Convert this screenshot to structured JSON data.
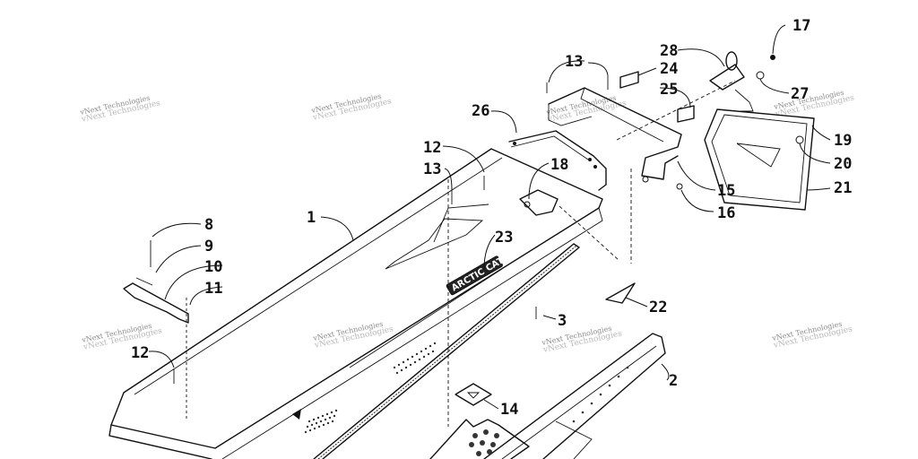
{
  "callouts": [
    {
      "id": "c1",
      "label": "1"
    },
    {
      "id": "c2",
      "label": "2"
    },
    {
      "id": "c3",
      "label": "3"
    },
    {
      "id": "c8",
      "label": "8"
    },
    {
      "id": "c9",
      "label": "9"
    },
    {
      "id": "c10",
      "label": "10"
    },
    {
      "id": "c11",
      "label": "11"
    },
    {
      "id": "c12a",
      "label": "12"
    },
    {
      "id": "c12b",
      "label": "12"
    },
    {
      "id": "c13a",
      "label": "13"
    },
    {
      "id": "c13b",
      "label": "13"
    },
    {
      "id": "c14",
      "label": "14"
    },
    {
      "id": "c15",
      "label": "15"
    },
    {
      "id": "c16",
      "label": "16"
    },
    {
      "id": "c17",
      "label": "17"
    },
    {
      "id": "c18",
      "label": "18"
    },
    {
      "id": "c19",
      "label": "19"
    },
    {
      "id": "c20",
      "label": "20"
    },
    {
      "id": "c21",
      "label": "21"
    },
    {
      "id": "c22",
      "label": "22"
    },
    {
      "id": "c23",
      "label": "23"
    },
    {
      "id": "c24",
      "label": "24"
    },
    {
      "id": "c25",
      "label": "25"
    },
    {
      "id": "c26",
      "label": "26"
    },
    {
      "id": "c27",
      "label": "27"
    },
    {
      "id": "c28",
      "label": "28"
    }
  ],
  "watermark": {
    "text": "vNext Technologies"
  },
  "decal": {
    "text": "ARCTIC CAT"
  }
}
